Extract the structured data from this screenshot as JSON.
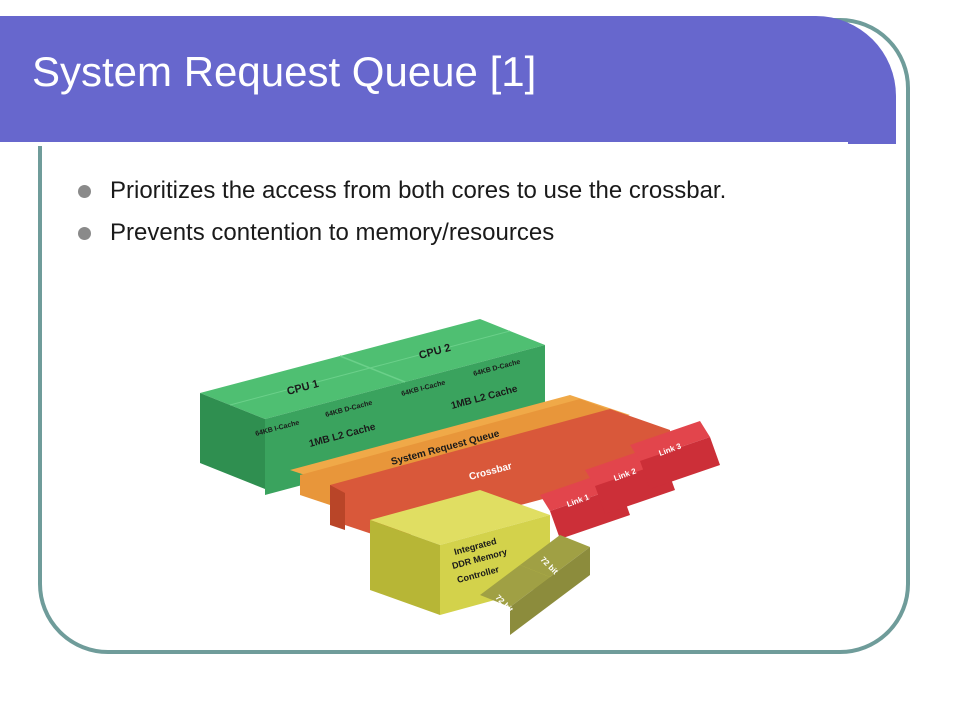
{
  "slide": {
    "title": "System Request Queue [1]",
    "bullets": [
      "Prioritizes the access from both cores to use the crossbar.",
      "Prevents contention to memory/resources"
    ]
  },
  "diagram": {
    "blocks": {
      "cpu1": "CPU 1",
      "cpu2": "CPU 2",
      "cpu1_icache": "64KB I-Cache",
      "cpu1_dcache": "64KB D-Cache",
      "cpu2_icache": "64KB I-Cache",
      "cpu2_dcache": "64KB D-Cache",
      "cpu1_l2": "1MB L2 Cache",
      "cpu2_l2": "1MB L2 Cache",
      "srq": "System Request Queue",
      "crossbar": "Crossbar",
      "memctrl_line1": "Integrated",
      "memctrl_line2": "DDR Memory",
      "memctrl_line3": "Controller"
    },
    "links": [
      "Link 1",
      "Link 2",
      "Link 3"
    ],
    "buses": [
      "72 bit",
      "72 bit"
    ],
    "colors": {
      "title_bar": "#6767cd",
      "frame": "#6f9c9a",
      "cpu_green": "#3aa35e",
      "srq_orange": "#e8963a",
      "crossbar_red": "#d9583a",
      "memctrl_yellow": "#d3d24b",
      "link_red": "#cc2f38",
      "bus_olive": "#8c8c3c"
    }
  }
}
